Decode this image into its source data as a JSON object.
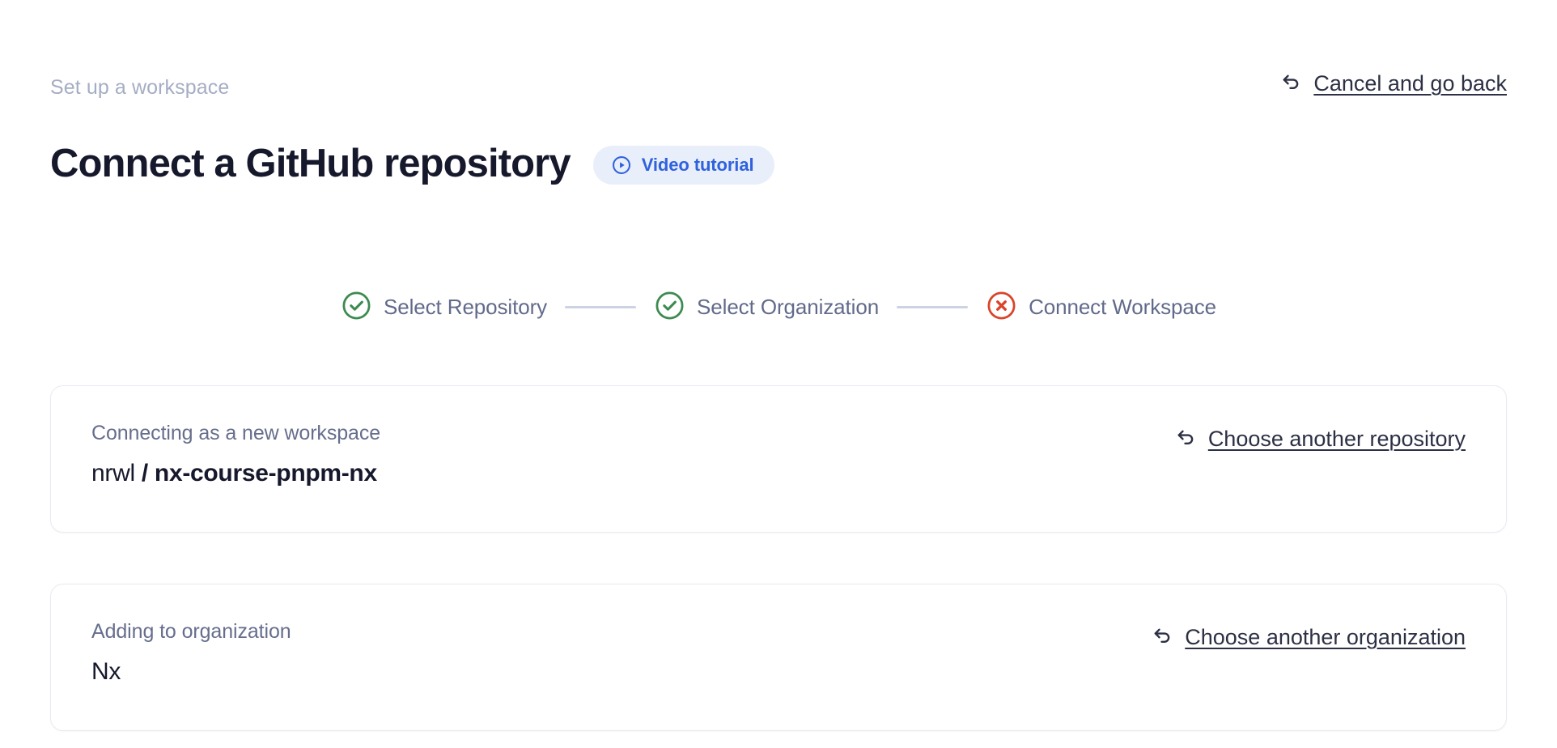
{
  "header": {
    "eyebrow": "Set up a workspace",
    "title": "Connect a GitHub repository",
    "video_badge": {
      "label": "Video tutorial",
      "icon": "play-circle-icon",
      "bg_color": "#e9eefb",
      "text_color": "#2f62dd"
    },
    "cancel": {
      "label": "Cancel and go back",
      "icon": "undo-arrow-icon"
    }
  },
  "stepper": {
    "connector_color": "#ccd3e2",
    "steps": [
      {
        "label": "Select Repository",
        "state": "complete",
        "icon": "check-circle-icon",
        "color": "#3d8a50"
      },
      {
        "label": "Select Organization",
        "state": "complete",
        "icon": "check-circle-icon",
        "color": "#3d8a50"
      },
      {
        "label": "Connect Workspace",
        "state": "error",
        "icon": "x-circle-icon",
        "color": "#d9442a"
      }
    ]
  },
  "cards": {
    "repository": {
      "caption": "Connecting as a new workspace",
      "owner": "nrwl",
      "separator": " / ",
      "name": "nx-course-pnpm-nx",
      "action": {
        "label": "Choose another repository",
        "icon": "undo-arrow-icon"
      }
    },
    "organization": {
      "caption": "Adding to organization",
      "value": "Nx",
      "action": {
        "label": "Choose another organization",
        "icon": "undo-arrow-icon"
      }
    }
  }
}
